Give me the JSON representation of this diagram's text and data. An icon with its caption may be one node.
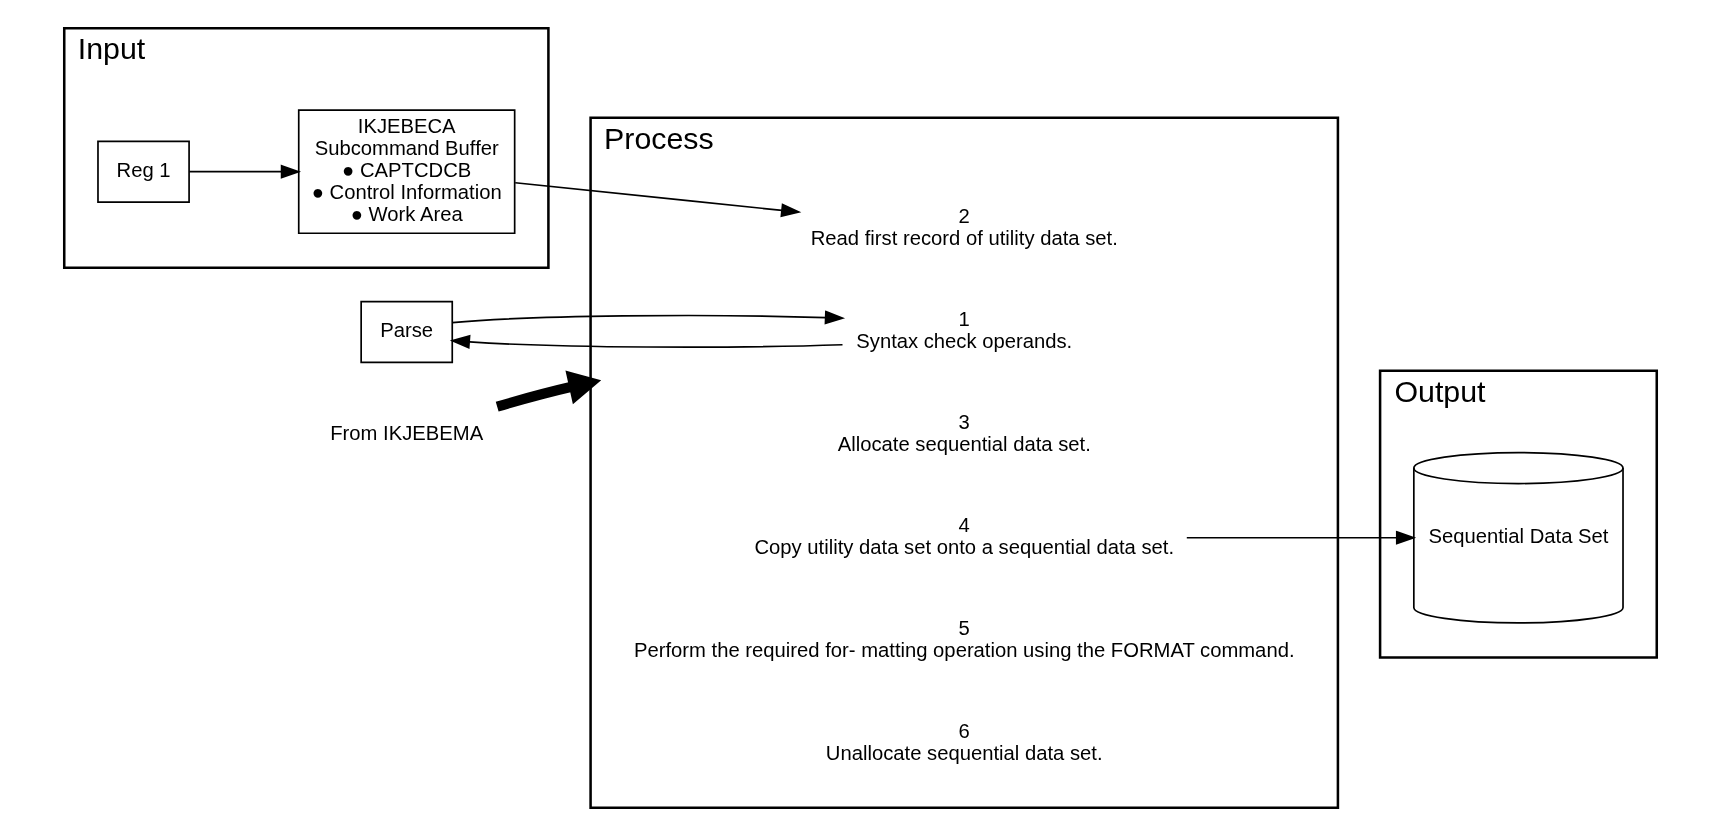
{
  "diagram": {
    "nodes": [
      {
        "text": [
          "Input"
        ]
      },
      {
        "text": [
          "Reg 1"
        ],
        "in": 0
      },
      {
        "text": [
          "IKJEBECA",
          "Subcommand Buffer",
          "● CAPTCDCB",
          "● Control Information",
          "● Work Area"
        ],
        "in": 0
      },
      {
        "text": [
          "Process"
        ]
      },
      {
        "text": [
          "1",
          "Syntax check operands."
        ],
        "in": 3
      },
      {
        "text": [
          "2",
          "Read first record of utility data set."
        ],
        "in": 3
      },
      {
        "text": [
          "3",
          "Allocate sequential data set."
        ],
        "in": 3
      },
      {
        "text": [
          "4",
          "Copy utility data set onto a sequential data set."
        ],
        "in": 3
      },
      {
        "text": [
          "5",
          "Perform the required for- matting operation using the FORMAT command."
        ],
        "in": 3
      },
      {
        "text": [
          "6",
          "Unallocate sequential data set."
        ],
        "in": 3
      },
      {
        "text": [
          "Parse"
        ]
      },
      {
        "text": [
          "Output"
        ]
      },
      {
        "text": [
          "Sequential Data Set"
        ],
        "in": 11
      },
      {
        "text": [
          "From IKJEBEMA"
        ]
      }
    ],
    "edges": [
      {
        "from": 1,
        "to": 2,
        "arrow": "to"
      },
      {
        "from": 2,
        "to": 5,
        "arrow": "to"
      },
      {
        "from": 4,
        "to": 10,
        "arrow": "to"
      },
      {
        "from": 10,
        "to": 4,
        "arrow": "to"
      },
      {
        "from": 7,
        "to": 12,
        "arrow": "to"
      },
      {
        "from": 13,
        "to": 3,
        "arrow": "to",
        "style": "thick"
      }
    ]
  }
}
